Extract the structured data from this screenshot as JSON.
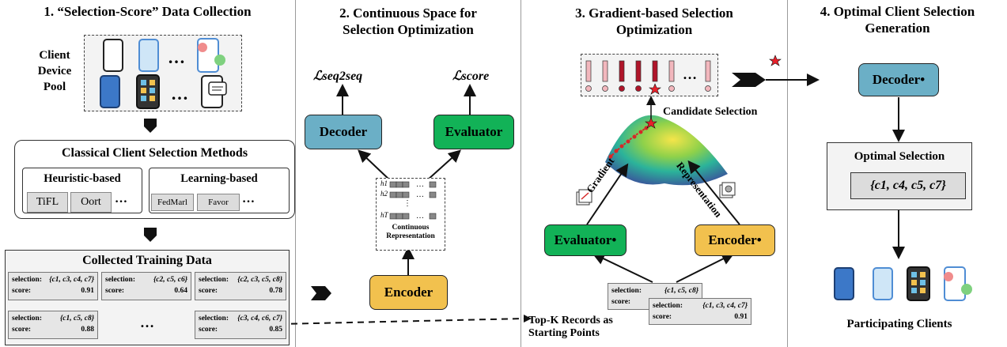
{
  "sections": [
    {
      "title_line1": "1. “Selection-Score” Data Collection"
    },
    {
      "title_line1": "2. Continuous Space for",
      "title_line2": "Selection Optimization"
    },
    {
      "title_line1": "3. Gradient-based Selection",
      "title_line2": "Optimization"
    },
    {
      "title_line1": "4. Optimal Client Selection",
      "title_line2": "Generation"
    }
  ],
  "pool_label": [
    "Client",
    "Device",
    "Pool"
  ],
  "ellipsis": "…",
  "classical": {
    "title": "Classical Client Selection Methods",
    "heuristic": {
      "title": "Heuristic-based",
      "items": [
        "TiFL",
        "Oort"
      ]
    },
    "learning": {
      "title": "Learning-based",
      "items": [
        "FedMarl",
        "Favor"
      ]
    }
  },
  "training": {
    "title": "Collected Training Data",
    "records": [
      {
        "selection": "{c1, c3, c4, c7}",
        "score": "0.91"
      },
      {
        "selection": "{c2, c5, c6}",
        "score": "0.64"
      },
      {
        "selection": "{c2, c3, c5, c8}",
        "score": "0.78"
      },
      {
        "selection": "{c1, c5, c8}",
        "score": "0.88"
      },
      {
        "selection": "{c3, c4, c6, c7}",
        "score": "0.85"
      }
    ],
    "selection_key": "selection:",
    "score_key": "score:"
  },
  "section2": {
    "loss_seq": "ℒseq2seq",
    "loss_score": "ℒscore",
    "decoder": "Decoder",
    "evaluator": "Evaluator",
    "encoder": "Encoder",
    "rep_rows": [
      "h1",
      "h2",
      "⋮",
      "hT"
    ],
    "rep_label": [
      "Continuous",
      "Representation"
    ]
  },
  "section3": {
    "candidate_label": "Candidate Selection",
    "gradient_label": "Gradient",
    "representation_label": "Representation",
    "evaluator": "Evaluator•",
    "encoder": "Encoder•",
    "topk_label": [
      "Top-K Records as",
      "Starting Points"
    ],
    "records": [
      {
        "selection": "{c1, c5, c8}",
        "score": ""
      },
      {
        "selection": "{c1, c3, c4, c7}",
        "score": "0.91"
      }
    ]
  },
  "section4": {
    "decoder": "Decoder•",
    "optimal_title": "Optimal Selection",
    "optimal_value": "{c1, c4, c5, c7}",
    "participating": "Participating Clients"
  },
  "colors": {
    "decoder": "#6bafc6",
    "evaluator": "#12b257",
    "encoder": "#f2c14e",
    "bar_dark": "#b0152a",
    "bar_light": "#f2b7bd",
    "star": "#e8202a",
    "divider": "#9a9a9a",
    "chip": "#dcdcdc",
    "phone_blue": "#4f8dd4"
  }
}
